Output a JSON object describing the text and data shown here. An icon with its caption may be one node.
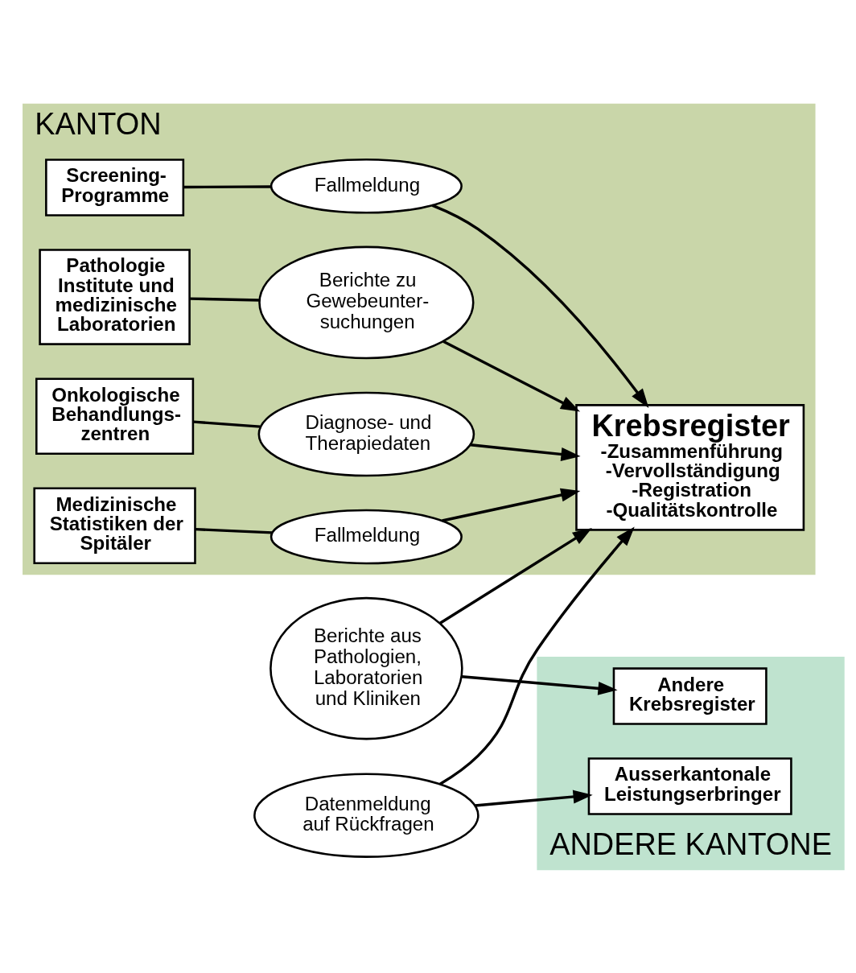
{
  "diagram": {
    "nodes": [
      {
        "text": [
          "KANTON"
        ]
      },
      {
        "text": [
          "Screening- Programme"
        ],
        "in": 0
      },
      {
        "text": [
          "Pathologie Institute und medizinische Laboratorien"
        ],
        "in": 0
      },
      {
        "text": [
          "Berichte zu Gewebeunter- suchungen"
        ],
        "in": 0
      },
      {
        "text": [
          "Fallmeldung"
        ],
        "in": 0
      },
      {
        "text": [
          "Onkologische Behandlungs- zentren"
        ],
        "in": 0
      },
      {
        "text": [
          "Diagnose- und Therapiedaten"
        ],
        "in": 0
      },
      {
        "text": [
          "Krebsregister",
          "-Zusammenführung",
          "-Vervollständigung",
          "-Registration",
          "-Qualitätskontrolle"
        ],
        "in": 0
      },
      {
        "text": [
          "Medizinische Statistiken der Spitäler"
        ],
        "in": 0
      },
      {
        "text": [
          "Fallmeldung"
        ],
        "in": 0
      },
      {
        "text": [
          "ANDERE KANTONE"
        ]
      },
      {
        "text": [
          "Datenmeldung auf Rückfragen"
        ]
      },
      {
        "text": [
          "Berichte aus Pathologien, Laboratorien und Kliniken"
        ]
      },
      {
        "text": [
          "Ausserkantonale Leistungserbringer"
        ],
        "in": 10
      },
      {
        "text": [
          "Andere Krebsregister"
        ],
        "in": 10
      }
    ],
    "edges": [
      {
        "from": 1,
        "to": 4,
        "arrow": "none"
      },
      {
        "from": 4,
        "to": 7,
        "arrow": "to"
      },
      {
        "from": 2,
        "to": 3,
        "arrow": "none"
      },
      {
        "from": 3,
        "to": 7,
        "arrow": "to"
      },
      {
        "from": 5,
        "to": 6,
        "arrow": "none"
      },
      {
        "from": 6,
        "to": 7,
        "arrow": "to"
      },
      {
        "from": 8,
        "to": 9,
        "arrow": "none"
      },
      {
        "from": 9,
        "to": 7,
        "arrow": "to"
      },
      {
        "from": 11,
        "to": 7,
        "arrow": "to"
      },
      {
        "from": 11,
        "to": 13,
        "arrow": "to"
      },
      {
        "from": 12,
        "to": 7,
        "arrow": "to"
      },
      {
        "from": 12,
        "to": 14,
        "arrow": "to"
      }
    ]
  }
}
